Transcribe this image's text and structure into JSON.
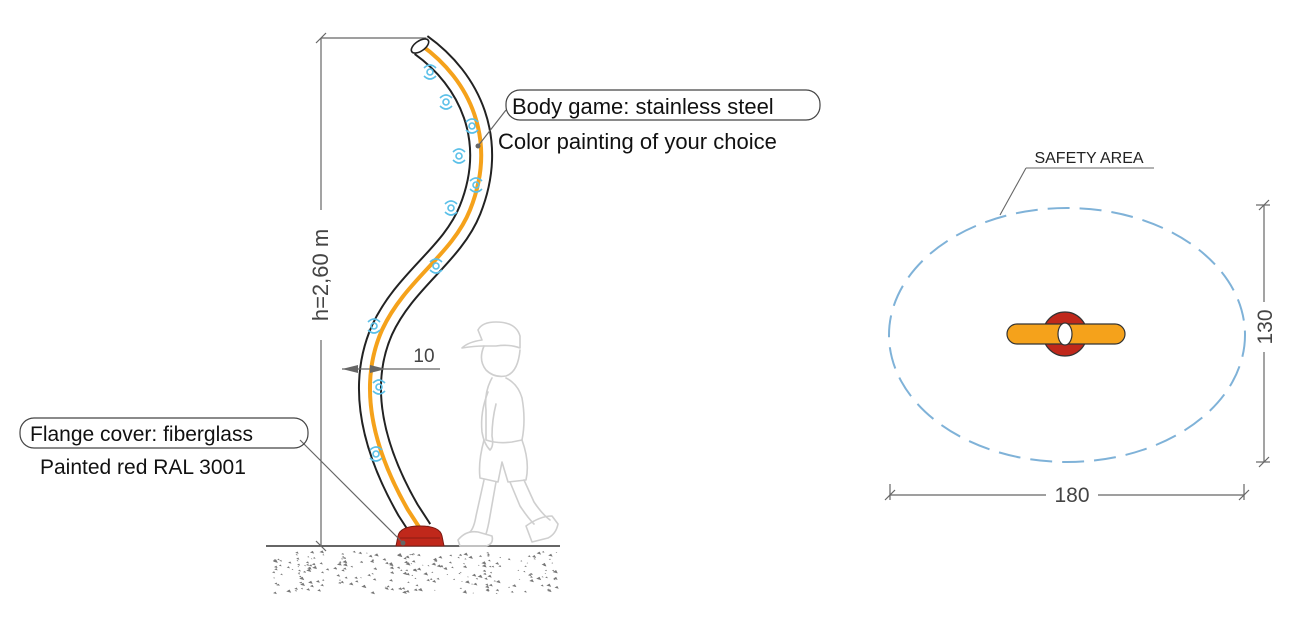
{
  "elevation": {
    "height_label": "h=2,60 m",
    "diameter_label": "10",
    "body_label": {
      "title": "Body game: stainless steel",
      "subtitle": "Color painting of your choice"
    },
    "flange_label": {
      "title": "Flange cover: fiberglass",
      "subtitle": "Painted red RAL 3001"
    }
  },
  "plan": {
    "safety_label": "SAFETY AREA",
    "width_label": "180",
    "depth_label": "130"
  },
  "colors": {
    "pole_stripe": "#f5a21b",
    "flange": "#c0281b",
    "nozzle": "#5bc0e8",
    "safety_area": "#7fb2d8",
    "dimension_line": "#666666",
    "child_outline": "#c8c8c8"
  }
}
